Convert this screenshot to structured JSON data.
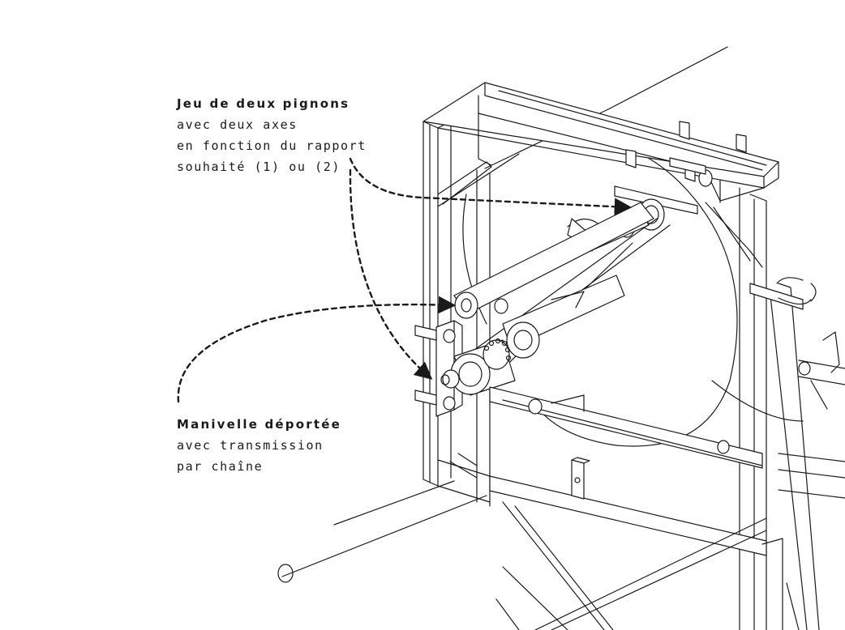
{
  "annotations": {
    "pinions": {
      "title": "Jeu de deux pignons",
      "lines": [
        "avec deux axes",
        "en fonction du rapport",
        "souhaité (1) ou (2)"
      ]
    },
    "crank": {
      "title": "Manivelle déportée",
      "lines": [
        "avec transmission",
        "par chaîne"
      ]
    }
  },
  "colors": {
    "ink": "#1a1a1a",
    "background": "#ffffff"
  }
}
